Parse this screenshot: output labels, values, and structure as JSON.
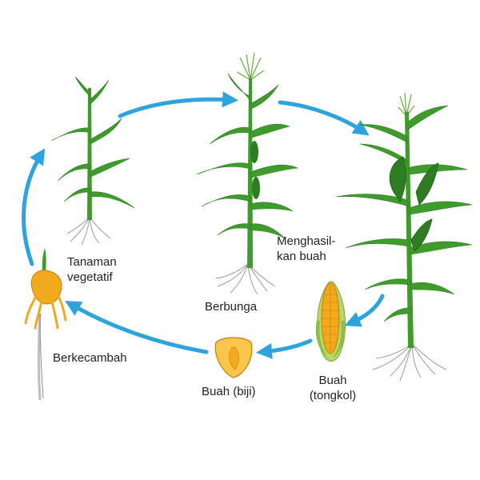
{
  "colors": {
    "arrow": "#2ea3dc",
    "leaf": "#3f9b2c",
    "leaf_dark": "#2f7d22",
    "kernel": "#f2a91c",
    "kernel_light": "#f7c64a",
    "husk": "#b9d86a",
    "root": "#9a9a9a",
    "text": "#222222"
  },
  "stages": {
    "vegetative": {
      "label_line1": "Tanaman",
      "label_line2": "vegetatif",
      "icon": "young-corn-plant"
    },
    "flowering": {
      "label": "Berbunga",
      "icon": "flowering-corn-plant"
    },
    "fruiting": {
      "label_line1": "Menghasil-",
      "label_line2": "kan buah",
      "icon": "mature-corn-plant"
    },
    "cob": {
      "label_line1": "Buah",
      "label_line2": "(tongkol)",
      "icon": "corn-cob"
    },
    "seed": {
      "label": "Buah (biji)",
      "icon": "corn-kernel"
    },
    "germination": {
      "label": "Berkecambah",
      "icon": "germinating-seed"
    }
  }
}
